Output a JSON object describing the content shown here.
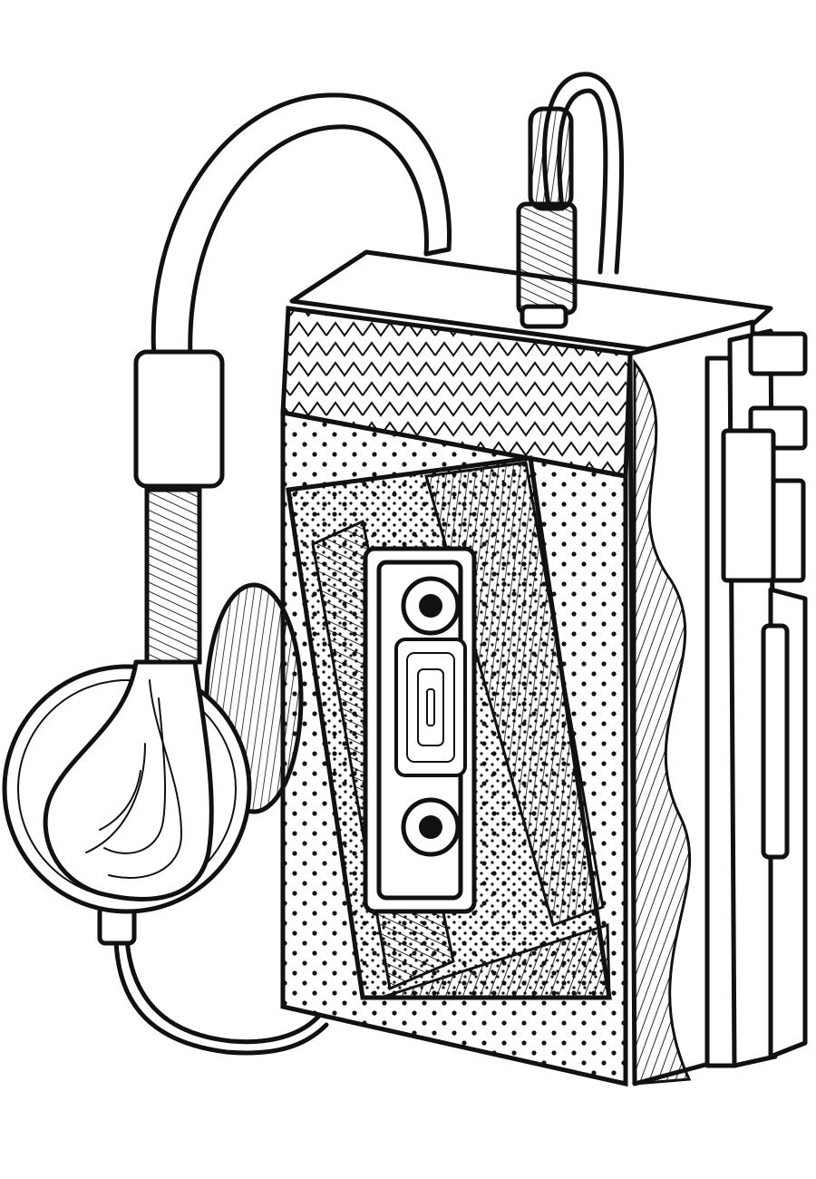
{
  "illustration": {
    "subject": "cassette-player-with-headphones",
    "style": "line-art coloring page",
    "colors": {
      "ink": "#111111",
      "paper": "#ffffff"
    },
    "parts": [
      "headband",
      "earcup-left",
      "earcup-back",
      "headphone-cable",
      "cassette-player-body",
      "cassette-tape",
      "side-buttons",
      "headphone-jack"
    ]
  }
}
